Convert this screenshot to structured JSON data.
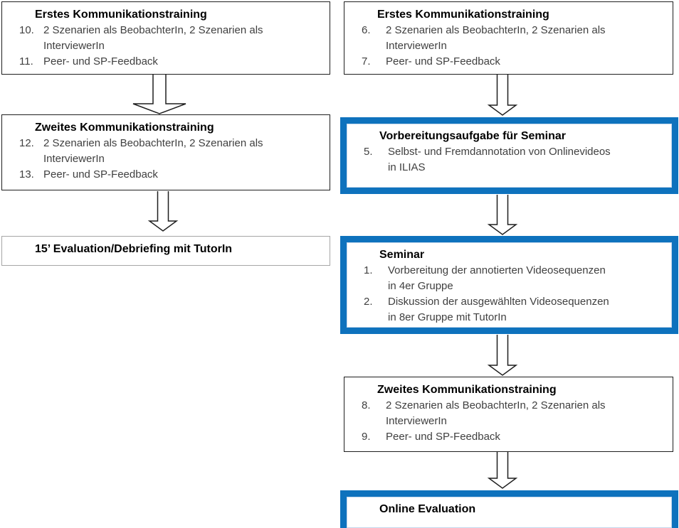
{
  "diagram": {
    "type": "flowchart",
    "colors": {
      "highlight_border": "#0e72bd",
      "box_border": "#1f1f1f",
      "muted_border": "#a6a6a6",
      "title_text": "#000000",
      "body_text": "#404040",
      "arrow_fill": "#ffffff",
      "background": "#ffffff"
    },
    "columns": {
      "left": {
        "boxes": [
          {
            "title": "Erstes Kommunikationstraining",
            "items": [
              {
                "num": "10.",
                "text": "2 Szenarien als BeobachterIn, 2 Szenarien als\nInterviewerIn"
              },
              {
                "num": "11.",
                "text": "Peer- und SP-Feedback"
              }
            ]
          },
          {
            "title": "Zweites Kommunikationstraining",
            "items": [
              {
                "num": "12.",
                "text": "2 Szenarien als BeobachterIn, 2 Szenarien als\nInterviewerIn"
              },
              {
                "num": "13.",
                "text": "Peer- und SP-Feedback"
              }
            ]
          },
          {
            "title": "15’ Evaluation/Debriefing mit TutorIn",
            "items": []
          }
        ]
      },
      "right": {
        "boxes": [
          {
            "title": "Erstes Kommunikationstraining",
            "items": [
              {
                "num": "6.",
                "text": "2 Szenarien als BeobachterIn, 2 Szenarien als\nInterviewerIn"
              },
              {
                "num": "7.",
                "text": "Peer- und SP-Feedback"
              }
            ]
          },
          {
            "title": "Vorbereitungsaufgabe für Seminar",
            "items": [
              {
                "num": "5.",
                "text": "Selbst- und Fremdannotation von Onlinevideos\nin ILIAS"
              }
            ]
          },
          {
            "title": "Seminar",
            "items": [
              {
                "num": "1.",
                "text": "Vorbereitung der annotierten Videosequenzen\nin 4er Gruppe"
              },
              {
                "num": "2.",
                "text": "Diskussion der ausgewählten Videosequenzen\nin 8er Gruppe mit TutorIn"
              }
            ]
          },
          {
            "title": "Zweites Kommunikationstraining",
            "items": [
              {
                "num": "8.",
                "text": "2 Szenarien als BeobachterIn, 2 Szenarien als\nInterviewerIn"
              },
              {
                "num": "9.",
                "text": "Peer- und SP-Feedback"
              }
            ]
          },
          {
            "title": "Online Evaluation",
            "items": []
          }
        ]
      }
    }
  }
}
